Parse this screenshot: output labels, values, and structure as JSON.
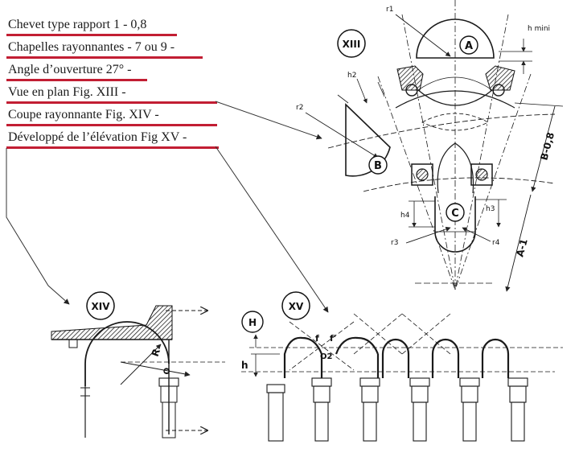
{
  "captions": [
    "Chevet type rapport 1 - 0,8",
    "Chapelles rayonnantes - 7 ou 9 -",
    "Angle d’ouverture 27° -",
    "Vue en plan Fig. XIII -",
    "Coupe rayonnante Fig. XIV -",
    "Développé de l’élévation Fig XV -"
  ],
  "figures": {
    "fig13": "XIII",
    "fig14": "XIV",
    "fig15": "XV",
    "fig_h": "H"
  },
  "points": {
    "a": "A",
    "b": "B",
    "c": "C"
  },
  "dims": {
    "r1": "r1",
    "r2": "r2",
    "r3": "r3",
    "r4": "r4",
    "h_mini": "h mini",
    "h2": "h2",
    "h3": "h3",
    "h4": "h4",
    "h": "h",
    "b08": "B-0,8",
    "a1": "A-1",
    "f": "f",
    "f_prime": "f'",
    "o2": "O2",
    "r_xiv": "R",
    "o_xiv": "O"
  },
  "colors": {
    "underline": "#c21e33",
    "ink": "#1b1b1b"
  }
}
